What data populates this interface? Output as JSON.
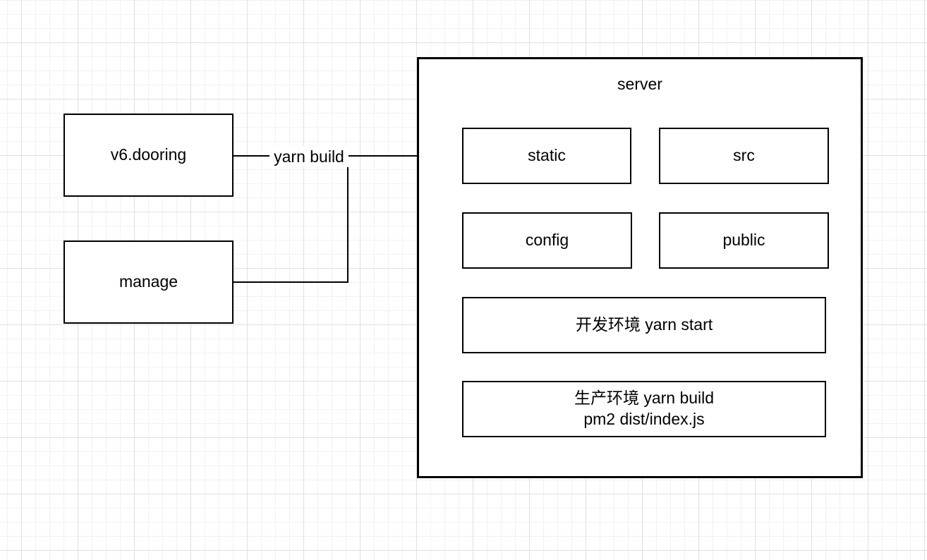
{
  "diagram": {
    "nodes": {
      "v6_dooring": {
        "label": "v6.dooring"
      },
      "manage": {
        "label": "manage"
      },
      "server": {
        "label": "server",
        "children": {
          "static": {
            "label": "static"
          },
          "src": {
            "label": "src"
          },
          "config": {
            "label": "config"
          },
          "public": {
            "label": "public"
          },
          "dev": {
            "label": "开发环境 yarn start"
          },
          "prod": {
            "lines": [
              "生产环境 yarn build",
              "pm2 dist/index.js"
            ]
          }
        }
      }
    },
    "edges": [
      {
        "from": "v6.dooring",
        "to": "static",
        "label": "yarn build",
        "arrow": "right"
      },
      {
        "from": "manage",
        "to": "yarn-build-line",
        "label": "",
        "arrow": "none"
      }
    ],
    "colors": {
      "stroke": "#000000",
      "node_fill": "#ffffff",
      "canvas_background": "#ffffff",
      "grid_minor": "#f2f2f2",
      "grid_major": "#e0e0e0"
    }
  }
}
